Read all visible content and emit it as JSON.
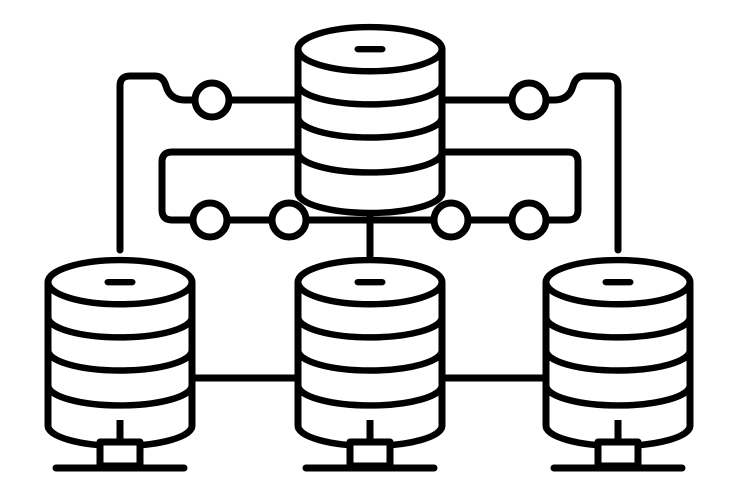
{
  "illustration": {
    "subject": "database-network-icon",
    "style": "black-line-art",
    "stroke_color": "#000000",
    "background_color": "#ffffff",
    "databases": [
      {
        "id": "top",
        "icon": "database-icon",
        "layers": 3,
        "has_stand": false
      },
      {
        "id": "bottom-left",
        "icon": "database-icon",
        "layers": 3,
        "has_stand": true
      },
      {
        "id": "bottom-center",
        "icon": "database-icon",
        "layers": 3,
        "has_stand": true
      },
      {
        "id": "bottom-right",
        "icon": "database-icon",
        "layers": 3,
        "has_stand": true
      }
    ],
    "connection_nodes": 6
  }
}
